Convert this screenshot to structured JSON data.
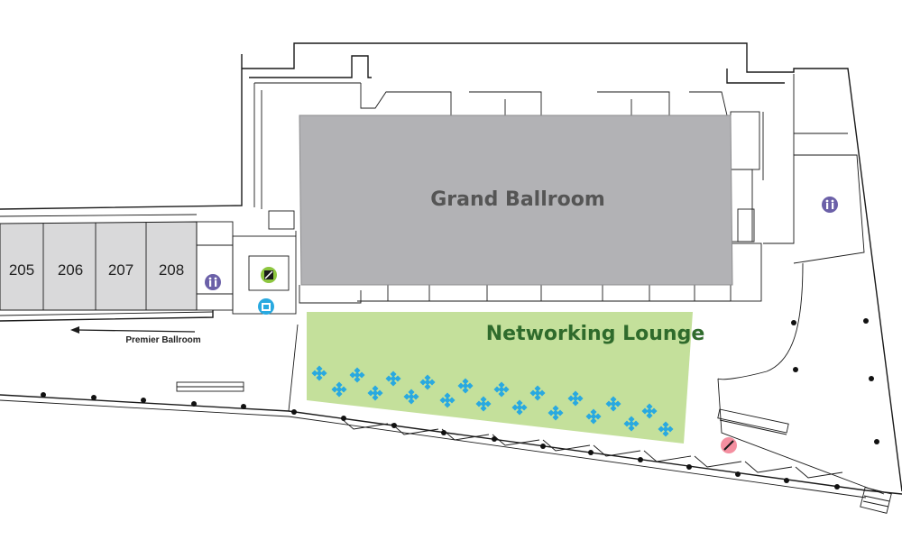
{
  "map": {
    "rooms": {
      "grand_ballroom": "Grand Ballroom",
      "networking_lounge": "Networking Lounge",
      "room_205": "205",
      "room_206": "206",
      "room_207": "207",
      "room_208": "208"
    },
    "directions": {
      "premier_ballroom": "Premier Ballroom"
    },
    "icons": {
      "restroom_left": "restroom-icon",
      "restroom_right": "restroom-icon",
      "elevator": "elevator-icon",
      "lactation": "family-room-icon",
      "escalator": "escalator-icon"
    },
    "colors": {
      "ballroom_fill": "#b2b2b5",
      "lounge_fill": "#c4e09b",
      "lounge_text": "#2f6b2c",
      "rooms_fill": "#d9d9da",
      "seating": "#29a9e0",
      "restroom_badge": "#6b60a8",
      "elevator_badge": "#8dc63f",
      "family_badge": "#29a9e0",
      "escalator_badge": "#f48fa0"
    }
  }
}
